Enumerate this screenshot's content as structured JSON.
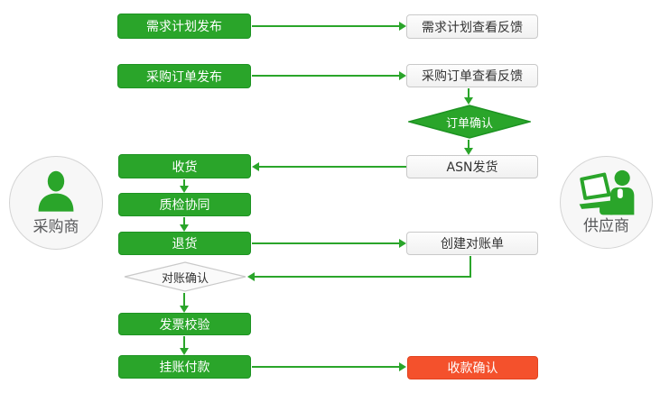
{
  "colors": {
    "green": "#2aa52a",
    "green-border": "#1d9322",
    "red": "#f4512c",
    "red-border": "#e2431f",
    "box-fill": "#f6f6f6",
    "box-border": "#c9c9c9",
    "text-dark": "#333333",
    "actor-fill": "#f7f7f7",
    "actor-border": "#d4d4d4",
    "actor-text": "#58595b"
  },
  "actors": {
    "buyer": {
      "label": "采购商",
      "icon": "person-silhouette-icon"
    },
    "supplier": {
      "label": "供应商",
      "icon": "person-with-laptop-icon"
    }
  },
  "nodes": {
    "demand_plan_publish": "需求计划发布",
    "demand_plan_feedback": "需求计划查看反馈",
    "po_publish": "采购订单发布",
    "po_feedback": "采购订单查看反馈",
    "order_confirm": "订单确认",
    "receive_goods": "收货",
    "asn_ship": "ASN发货",
    "quality_check": "质检协同",
    "return_goods": "退货",
    "create_statement": "创建对账单",
    "statement_confirm": "对账确认",
    "invoice_verify": "发票校验",
    "payment_on_account": "挂账付款",
    "receipt_confirm": "收款确认"
  }
}
